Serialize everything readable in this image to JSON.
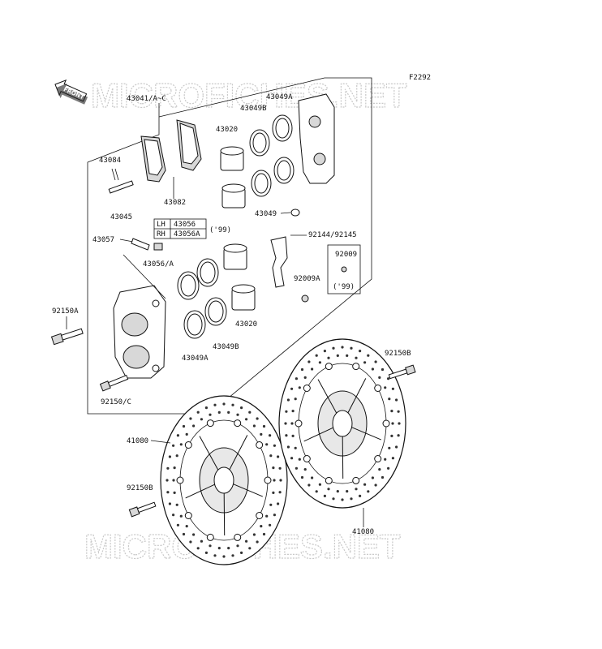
{
  "figure_code": "F2292",
  "front_label": "FRONT",
  "watermark": "MICROFICHES.NET",
  "parts": {
    "p43041": "43041/A~C",
    "p43084": "43084",
    "p43045": "43045",
    "p43082": "43082",
    "p43020_top": "43020",
    "p43049b_top": "43049B",
    "p43049a_top": "43049A",
    "p43049": "43049",
    "p92144": "92144/92145",
    "p43057": "43057",
    "p43056a": "43056/A",
    "p92009a": "92009A",
    "p92009": "92009",
    "p92009_year": "('99)",
    "p92150a": "92150A",
    "p43049b_bot": "43049B",
    "p43020_bot": "43020",
    "p43049a_bot": "43049A",
    "p92150c": "92150/C",
    "p92150b_right": "92150B",
    "p41080_left": "41080",
    "p92150b_left": "92150B",
    "p41080_right": "41080"
  },
  "side_table": {
    "rows": [
      {
        "side": "LH",
        "part": "43056"
      },
      {
        "side": "RH",
        "part": "43056A"
      }
    ],
    "year": "('99)"
  }
}
